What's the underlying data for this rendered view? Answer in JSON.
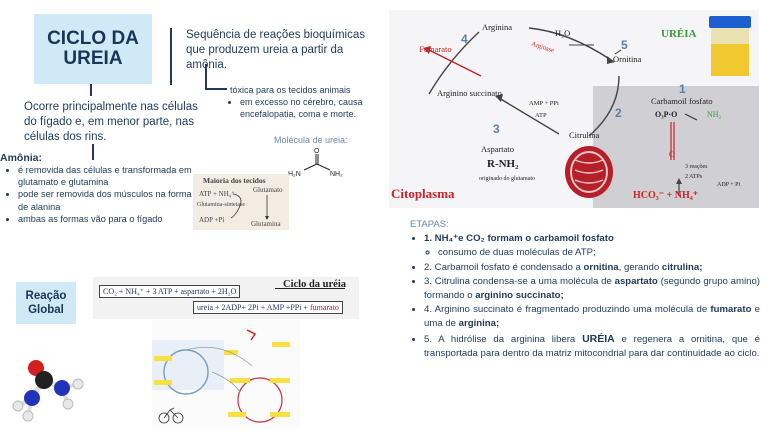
{
  "title": {
    "line1": "CICLO DA",
    "line2": "UREIA"
  },
  "sequence_text": "Sequência de reações bioquímicas que produzem ureia a partir da amônia.",
  "toxic": {
    "header": "tóxica para os tecidos animais",
    "item": "em excesso no cérebro, causa encefalopatia, coma e morte."
  },
  "occurs_text": "Ocorre principalmente nas células do fígado e, em menor parte, nas células dos rins.",
  "urea_molecule_label": "Molécula de ureia:",
  "amonia": {
    "header": "Amônia:",
    "items": [
      "é removida das células e transformada em glutamato e glutamina",
      "pode ser removida dos músculos na forma de alanina",
      "ambas as formas vão para o fígado"
    ]
  },
  "tissues_diagram": {
    "title": "Maioria dos tecidos",
    "atp_nh": "ATP + NH₄⁺",
    "glutamato": "Glutamato",
    "enzyme": "Glutamina-sintetase",
    "adp": "ADP +Pi",
    "glutamina": "Glutamina"
  },
  "reacao_global": {
    "line1": "Reação",
    "line2": "Global"
  },
  "global_eq": {
    "title": "Ciclo da uréia",
    "left": "CO₂ + NH₄⁺ + 3 ATP + aspartato + 2H₂O",
    "right_prefix": "ureia + 2ADP+ 2Pi + AMP +PPi + ",
    "right_fumarato": "fumarato"
  },
  "cycle_diagram": {
    "arginina": "Arginina",
    "h2o": "H₂O",
    "ureia": "URÉIA",
    "fumarato": "Fumarato",
    "arginase": "Arginase",
    "ornitina": "Ornitina",
    "argininosuccinato": "Arginino succinato",
    "carbamoil": "Carbamoil fosfato",
    "amp_ppi": "AMP + PPi",
    "atp": "ATP",
    "citrulina": "Citrulina",
    "aspartato": "Aspartato",
    "rnh2": "R-NH₂",
    "origin": "originado do glutamato",
    "citoplasma": "Citoplasma",
    "reacoes": "3 reações",
    "atps": "2 ATPs",
    "adp": "ADP + Pi",
    "hco3": "HCO₃⁻ + NH₄⁺",
    "o3po": "O₃P·O",
    "nums": [
      "1",
      "2",
      "3",
      "4",
      "5"
    ]
  },
  "steps": {
    "header": "ETAPAS:",
    "s1_pre": "1. NH₄⁺e CO₂ formam o ",
    "s1_bold": "carbamoil fosfato",
    "s1_sub": "consumo de duas moléculas de ATP;",
    "s2_pre": "2. Carbamoil fosfato é condensado a ",
    "s2_bold1": "ornitina",
    "s2_mid": ", gerando ",
    "s2_bold2": "citrulina;",
    "s3_pre": "3. Citrulina condensa-se a uma molécula de ",
    "s3_bold1": "aspartato",
    "s3_mid": " (segundo grupo amino) formando o ",
    "s3_bold2": "arginino succinato;",
    "s4_pre": "4. Arginino succinato é fragmentado produzindo uma molécula de ",
    "s4_bold1": "fumarato",
    "s4_mid": " e uma de ",
    "s4_bold2": "arginina;",
    "s5_pre": "5. A hidrólise da arginina libera ",
    "s5_bold": "URÉIA",
    "s5_post": " e regenera a ornitina, que é transportada para dentro da matriz mitocondrial para dar continuidade ao ciclo."
  }
}
